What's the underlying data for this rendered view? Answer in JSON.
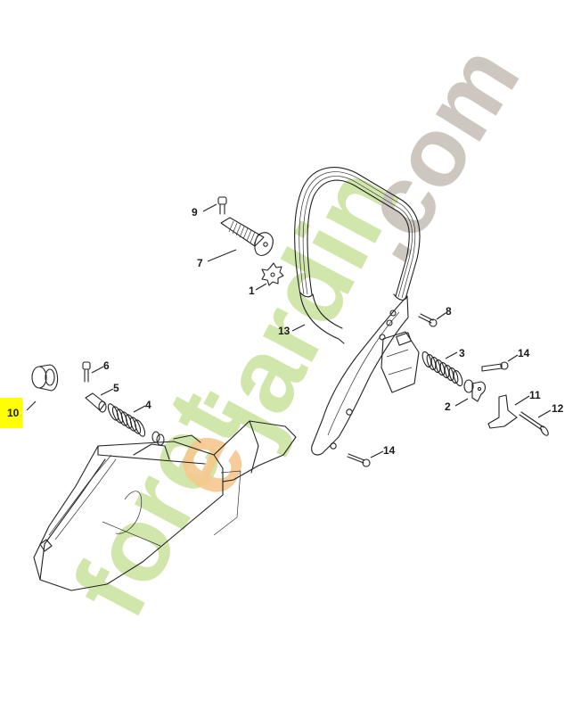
{
  "diagram": {
    "type": "exploded-parts-diagram",
    "subject": "handle bar and anti-vibration assembly",
    "highlighted_part": "10",
    "highlight_color": "#ffff00",
    "line_color": "#222222"
  },
  "watermark": {
    "text_main": "foretjardin",
    "text_tld": ".com",
    "color_green": "#c8e29a",
    "color_orange": "#f7c98a",
    "color_gray": "#c9c3bb"
  },
  "labels": [
    {
      "id": "1",
      "text": "1"
    },
    {
      "id": "2",
      "text": "2"
    },
    {
      "id": "3",
      "text": "3"
    },
    {
      "id": "4",
      "text": "4"
    },
    {
      "id": "5",
      "text": "5"
    },
    {
      "id": "6",
      "text": "6"
    },
    {
      "id": "7",
      "text": "7"
    },
    {
      "id": "8",
      "text": "8"
    },
    {
      "id": "9",
      "text": "9"
    },
    {
      "id": "10",
      "text": "10"
    },
    {
      "id": "11",
      "text": "11"
    },
    {
      "id": "12",
      "text": "12"
    },
    {
      "id": "13",
      "text": "13"
    },
    {
      "id": "14a",
      "text": "14"
    },
    {
      "id": "14b",
      "text": "14"
    }
  ],
  "parts": [
    {
      "number": "1",
      "name": "star washer / buffer"
    },
    {
      "number": "2",
      "name": "spring plug"
    },
    {
      "number": "3",
      "name": "annular buffer spring"
    },
    {
      "number": "4",
      "name": "annular buffer spring"
    },
    {
      "number": "5",
      "name": "spring plug"
    },
    {
      "number": "6",
      "name": "screw"
    },
    {
      "number": "7",
      "name": "annular buffer"
    },
    {
      "number": "8",
      "name": "screw"
    },
    {
      "number": "9",
      "name": "screw"
    },
    {
      "number": "10",
      "name": "plug / stopper"
    },
    {
      "number": "11",
      "name": "clip"
    },
    {
      "number": "12",
      "name": "screw"
    },
    {
      "number": "13",
      "name": "handle bar"
    },
    {
      "number": "14",
      "name": "screw"
    }
  ]
}
